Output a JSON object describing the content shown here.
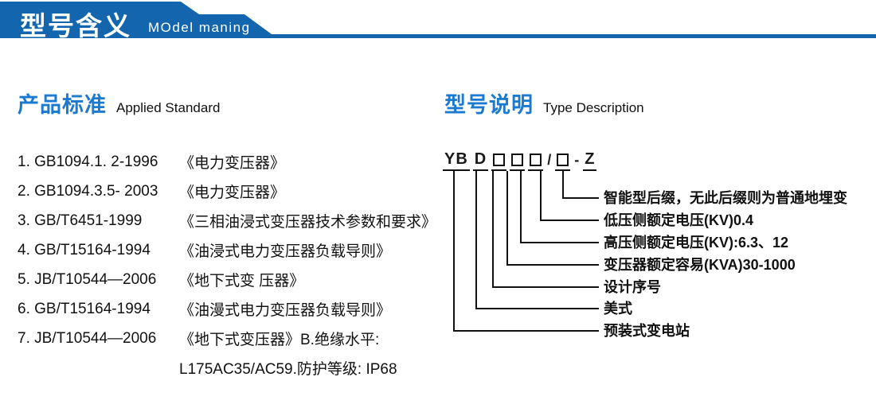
{
  "header": {
    "title": "型号含义",
    "subtitle": "MOdel maning"
  },
  "product_standard": {
    "heading_cn": "产品标准",
    "heading_en": "Applied Standard",
    "items": [
      {
        "code": "1. GB1094.1. 2-1996",
        "title": "《电力变压器》"
      },
      {
        "code": "2. GB1094.3.5- 2003",
        "title": "《电力变压器》"
      },
      {
        "code": "3. GB/T6451-1999",
        "title": "《三相油浸式变压器技术参数和要求》"
      },
      {
        "code": "4. GB/T15164-1994",
        "title": "《油浸式电力变压器负载导则》"
      },
      {
        "code": "5. JB/T10544—2006",
        "title": "《地下式变 压器》"
      },
      {
        "code": "6. GB/T15164-1994",
        "title": "《油漫式电力变压器负载导则》"
      },
      {
        "code": "7. JB/T10544—2006",
        "title": "《地下式变压器》B.绝缘水平:"
      },
      {
        "code": "",
        "title": "L175AC35/AC59.防护等级: IP68"
      }
    ]
  },
  "type_description": {
    "heading_cn": "型号说明",
    "heading_en": "Type Description",
    "model_code": {
      "prefix": "YB",
      "series": "D",
      "slash": "/",
      "dash": "-",
      "suffix": "Z"
    },
    "legend": [
      {
        "label": "智能型后缀，无此后缀则为普通地埋变"
      },
      {
        "label": "低压侧额定电压(KV)0.4"
      },
      {
        "label": "高压侧额定电压(KV):6.3、12"
      },
      {
        "label": "变压器额定容易(KVA)30-1000"
      },
      {
        "label": "设计序号"
      },
      {
        "label": "美式"
      },
      {
        "label": "预装式变电站"
      }
    ]
  },
  "colors": {
    "banner_blue": "#1366ad",
    "heading_blue": "#1b79cf",
    "text_black": "#111111",
    "background": "#ffffff"
  }
}
